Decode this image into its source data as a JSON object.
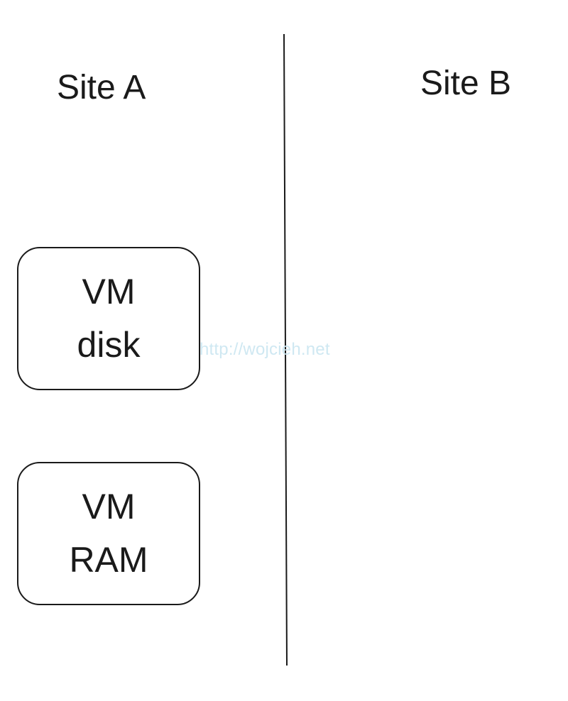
{
  "sites": {
    "a_label": "Site A",
    "b_label": "Site B"
  },
  "boxes": [
    {
      "line1": "VM",
      "line2": "disk"
    },
    {
      "line1": "VM",
      "line2": "RAM"
    }
  ],
  "watermark": "http://wojcieh.net",
  "colors": {
    "ink": "#1a1a1a",
    "background": "#ffffff",
    "watermark": "#cfe8f2"
  }
}
